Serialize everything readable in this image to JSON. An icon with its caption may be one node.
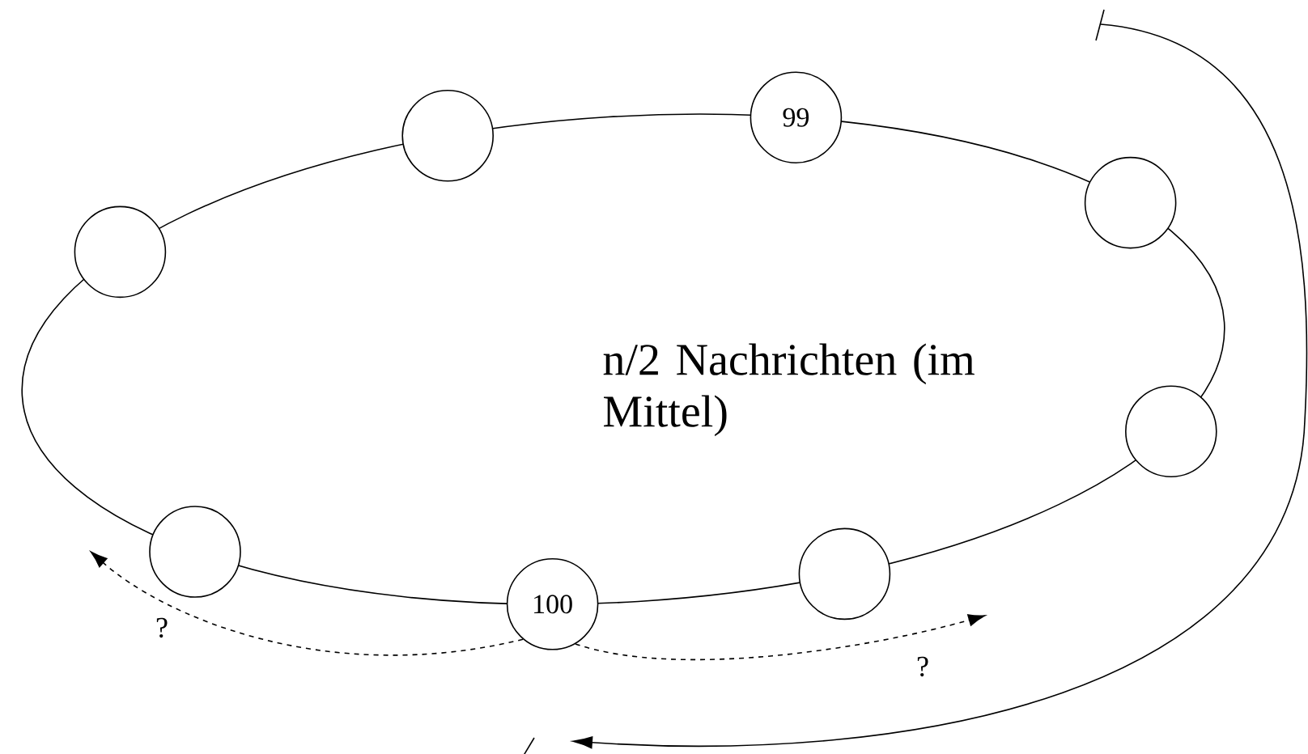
{
  "diagram": {
    "nodes": [
      {
        "text": [
          "n/2 Nachrichten (im Mittel)"
        ]
      },
      {
        "text": [],
        "shape": "circle"
      },
      {
        "text": [
          "99"
        ]
      },
      {
        "text": [],
        "shape": "circle"
      },
      {
        "text": [],
        "shape": "circle"
      },
      {
        "text": [],
        "shape": "circle"
      },
      {
        "text": [],
        "shape": "circle"
      },
      {
        "text": [],
        "shape": "circle"
      },
      {
        "text": [
          "100"
        ]
      }
    ],
    "edges": [
      {
        "from": 8,
        "to": null,
        "arrow": "to",
        "style": "dashed",
        "label": "?"
      },
      {
        "from": 8,
        "to": null,
        "arrow": "to",
        "style": "dashed",
        "label": "?"
      }
    ]
  }
}
